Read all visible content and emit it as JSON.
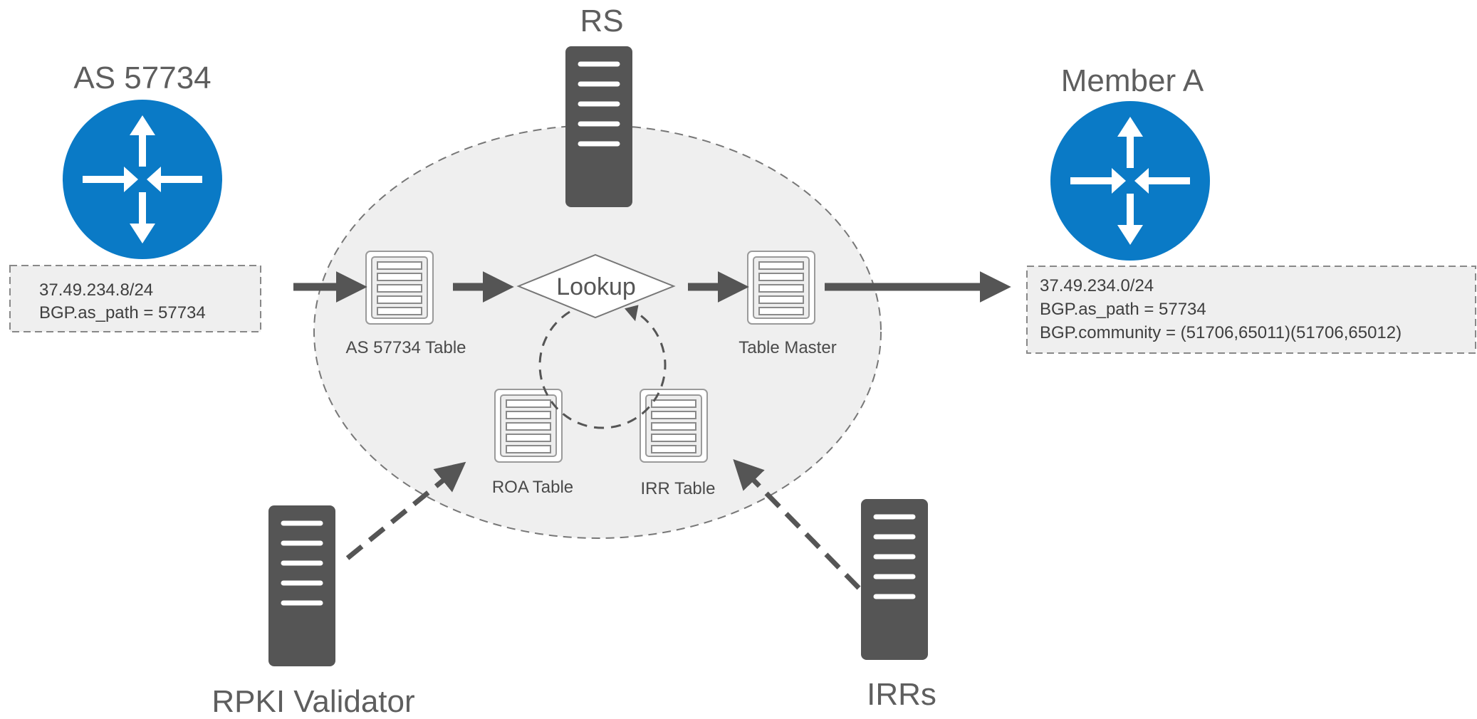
{
  "colors": {
    "router_blue": "#0a7ac6",
    "server_dark": "#555555",
    "arrow": "#555555",
    "cloud_fill": "#efefef",
    "dashed_stroke": "#777777"
  },
  "nodes": {
    "as_router": {
      "title": "AS 57734",
      "icon": "router-icon"
    },
    "rs_server": {
      "title": "RS",
      "icon": "server-icon"
    },
    "member_router": {
      "title": "Member A",
      "icon": "router-icon"
    },
    "rpki_server": {
      "title": "RPKI Validator",
      "icon": "server-icon"
    },
    "irr_server": {
      "title": "IRRs",
      "icon": "server-icon"
    }
  },
  "tables": {
    "as_table": "AS 57734 Table",
    "master_table": "Table Master",
    "roa_table": "ROA Table",
    "irr_table": "IRR Table"
  },
  "lookup": "Lookup",
  "route_in": {
    "lines": [
      "37.49.234.8/24",
      "BGP.as_path = 57734"
    ]
  },
  "route_out": {
    "lines": [
      "37.49.234.0/24",
      "BGP.as_path = 57734",
      "BGP.community = (51706,65011)(51706,65012)"
    ]
  }
}
